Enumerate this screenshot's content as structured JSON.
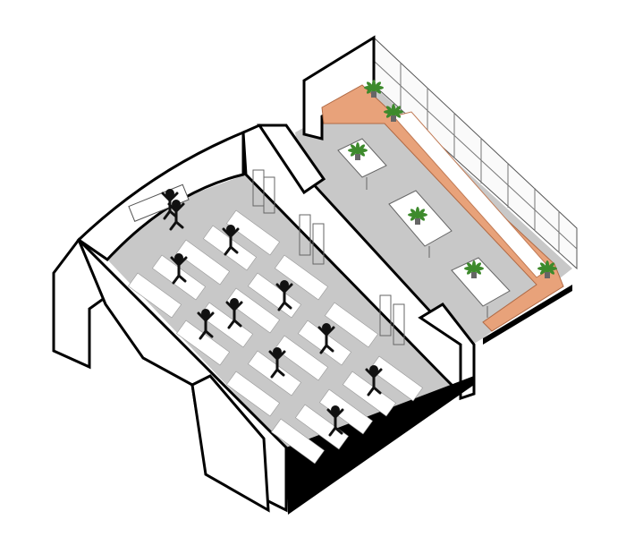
{
  "colors": {
    "floor": "#c8c8c8",
    "wall": "#ffffff",
    "wall_shade": "#eeeeee",
    "outline": "#000000",
    "mat": "#ffffff",
    "planter": "#e8a27a",
    "plant": "#3d8a2c",
    "figure": "#111111"
  },
  "yoga_room": {
    "mat_count": 20,
    "figure_count": 11
  },
  "lounge": {
    "table_count": 3,
    "planter_count": 2
  }
}
